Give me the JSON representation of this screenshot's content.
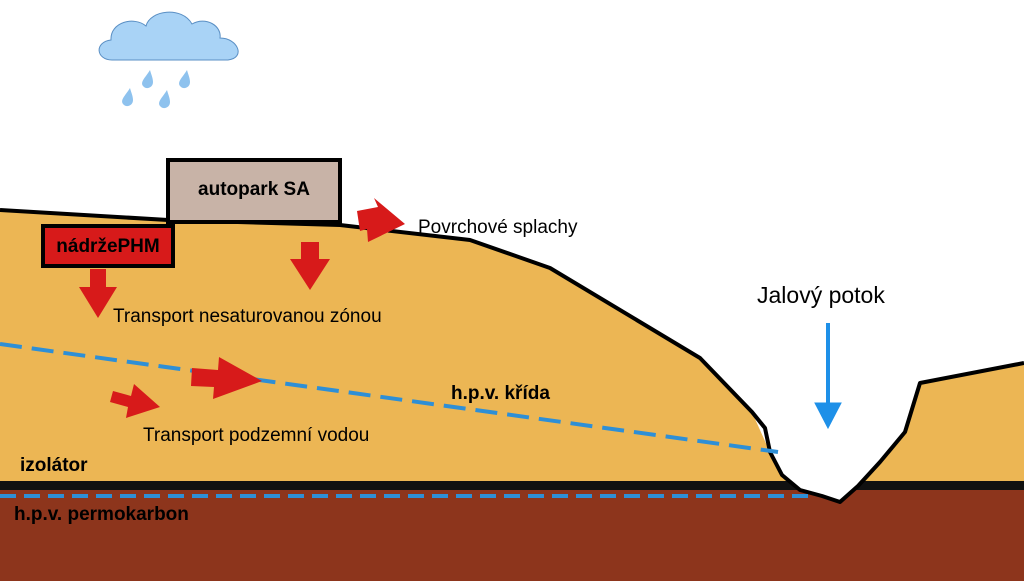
{
  "labels": {
    "autopark": "autopark SA",
    "tanks": "nádržePHM",
    "surface_runoff": "Povrchové splachy",
    "unsaturated_transport": "Transport nesaturovanou zónou",
    "groundwater_transport": "Transport podzemní vodou",
    "creek": "Jalový potok",
    "water_table_chalk": "h.p.v. křída",
    "insulator": "izolátor",
    "water_table_permocarbon": "h.p.v. permokarbon"
  },
  "colors": {
    "background": "#ffffff",
    "chalk_layer": "#ecb654",
    "permocarbon_layer": "#8d351c",
    "insulator_line": "#111111",
    "outline": "#000000",
    "autopark_fill": "#c8b3a7",
    "tank_fill": "#d71a1a",
    "arrow_red": "#d71a1a",
    "water_table": "#2e8fd6",
    "creek_arrow": "#1e90e8",
    "cloud": "#a9d3f6",
    "rain": "#8ec2ee"
  },
  "icons": {
    "cloud": "rain-cloud-icon",
    "rain": "raindrop-icon"
  }
}
